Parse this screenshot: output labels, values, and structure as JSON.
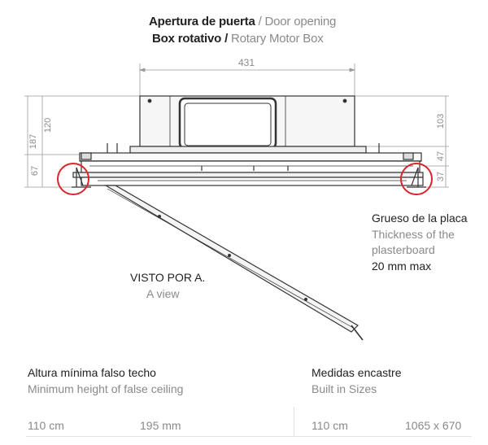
{
  "title": {
    "line1_bold": "Apertura de puerta",
    "line1_rest": " / Door opening",
    "line2_bold": "Box rotativo / ",
    "line2_mid": "Rotary Motor",
    "line2_end": " Box"
  },
  "dimensions": {
    "width_top": "431",
    "left_total": "187",
    "left_upper": "120",
    "left_lower": "67",
    "right_upper": "103",
    "right_mid": "47",
    "right_lower": "37"
  },
  "plasterboard": {
    "es": "Grueso de la placa",
    "en1": "Thickness of the",
    "en2": "plasterboard",
    "value": "20 mm max"
  },
  "view": {
    "es": "VISTO POR A.",
    "en": "A view"
  },
  "min_height": {
    "es": "Altura mínima falso techo",
    "en": "Minimum height of false ceiling",
    "value1": "110 cm",
    "value2": "195 mm"
  },
  "built_in": {
    "es": "Medidas encastre",
    "en": "Built in Sizes",
    "value1": "110 cm",
    "value2": "1065 x 670"
  },
  "colors": {
    "highlight_circle": "#d9252b",
    "line": "#333333",
    "dim": "#9a9a9a"
  }
}
